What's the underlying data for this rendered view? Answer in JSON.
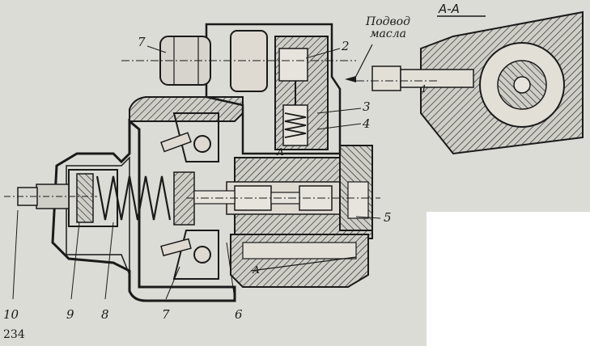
{
  "drawing": {
    "page_number": "234",
    "section_label": "А-А",
    "oil_supply_label": [
      "Подвод",
      "масла"
    ],
    "callouts": {
      "c1": "1",
      "c2": "2",
      "c3": "3",
      "c4": "4",
      "c5": "5",
      "c6": "6",
      "c7_top": "7",
      "c7_bottom": "7",
      "c8": "8",
      "c9": "9",
      "c10": "10",
      "a_upper": "А",
      "a_lower": "А"
    }
  },
  "colors": {
    "paper": "#dcdcd6",
    "ink": "#1a1a1a",
    "hatch": "#3a3a3a",
    "corner": "#ffffff"
  }
}
